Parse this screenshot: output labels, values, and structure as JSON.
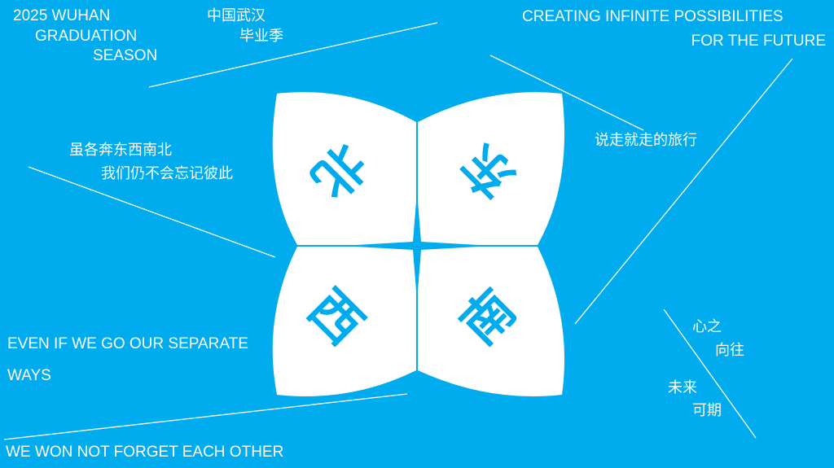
{
  "colors": {
    "background": "#00abee",
    "petal": "#ffffff"
  },
  "header_left": {
    "line1": "2025   WUHAN",
    "line2": "GRADUATION",
    "line3": "SEASON"
  },
  "header_cn": {
    "line1": "中国武汉",
    "line2": "毕业季"
  },
  "header_right": {
    "line1": "CREATING INFINITE POSSIBILITIES",
    "line2": "FOR THE FUTURE"
  },
  "travel": "说走就走的旅行",
  "parting": {
    "line1": "虽各奔东西南北",
    "line2": "我们仍不会忘记彼此"
  },
  "separate": {
    "line1": "EVEN IF WE GO OUR SEPARATE",
    "line2": "WAYS"
  },
  "forget": "WE WON NOT FORGET EACH OTHER",
  "heart": {
    "line1": "心之",
    "line2": "向往"
  },
  "future": {
    "line1": "未来",
    "line2": "可期"
  },
  "directions": {
    "north": "北",
    "east": "东",
    "west": "西",
    "south": "南"
  }
}
